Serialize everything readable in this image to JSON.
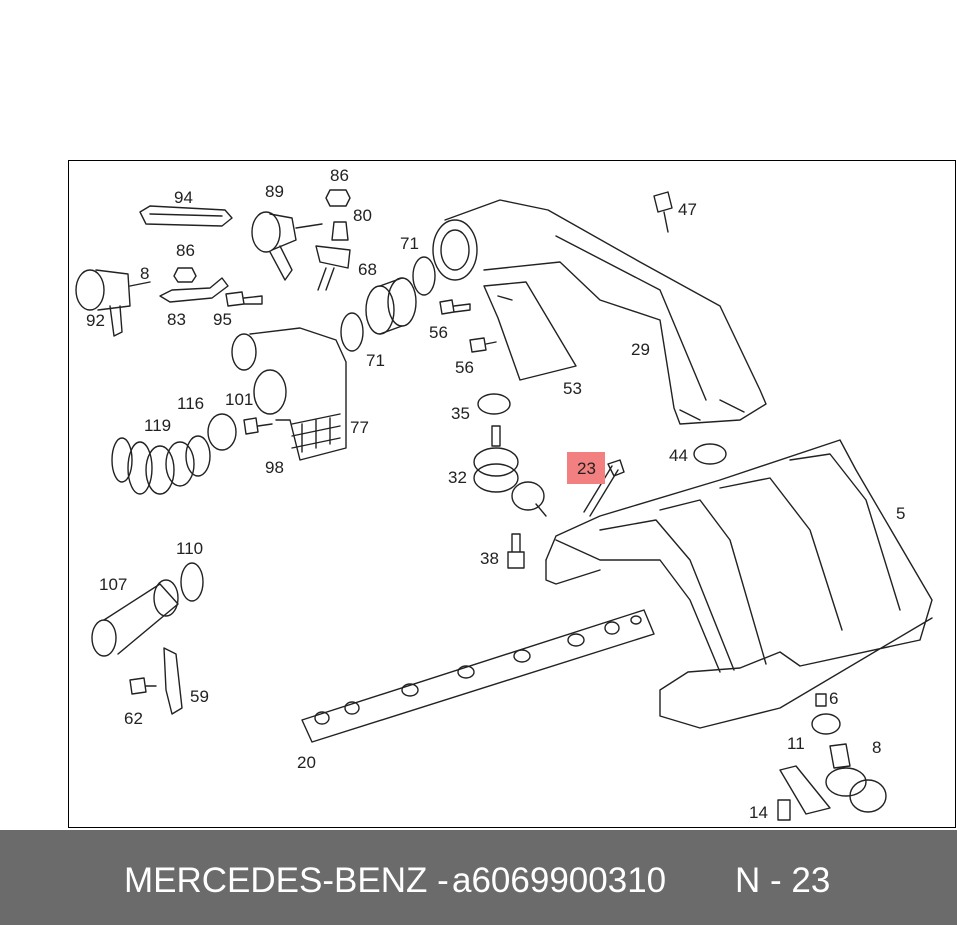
{
  "callouts": {
    "c94": "94",
    "c89": "89",
    "c86a": "86",
    "c80": "80",
    "c86b": "86",
    "c71a": "71",
    "c47": "47",
    "c92": "92",
    "c83": "83",
    "c95": "95",
    "c68": "68",
    "c56a": "56",
    "c56b": "56",
    "c71b": "71",
    "c29": "29",
    "c53": "53",
    "c116": "116",
    "c101": "101",
    "c119": "119",
    "c35": "35",
    "c77": "77",
    "c98": "98",
    "c44": "44",
    "c23": "23",
    "c32": "32",
    "c5": "5",
    "c110": "110",
    "c38": "38",
    "c107": "107",
    "c59": "59",
    "c62": "62",
    "c6": "6",
    "c11": "11",
    "c8": "8",
    "c20": "20",
    "c14": "14",
    "c8b": "8"
  },
  "highlight": {
    "color": "#f28080",
    "part_number": "23"
  },
  "footer": {
    "brand": "MERCEDES-BENZ -",
    "part_number": "a6069900310",
    "position": "N - 23",
    "background": "#6b6b6b"
  }
}
